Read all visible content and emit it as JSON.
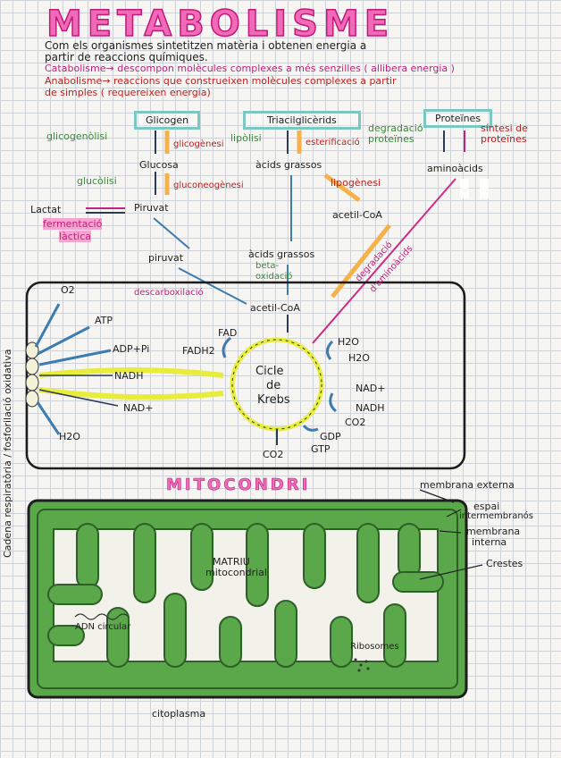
{
  "title": "METABOLISME",
  "intro": {
    "line1": "Com els organismes sintetitzen matèria i obtenen energia a",
    "line2": "partir de reaccions químiques.",
    "line3": "Catabolisme→ descompon molècules complexes a més senzilles ( allibera energia )",
    "line4": "Anabolisme→ reaccions que construeixen molècules complexes a partir",
    "line5": "de simples ( requereixen energia)"
  },
  "boxes": {
    "glicogen": "Glicogen",
    "triacil": "Triacilglicèrids",
    "proteines": "Proteïnes"
  },
  "labels": {
    "glicogenolisi": "glicogenòlisi",
    "glicogenesi": "glicogènesi",
    "lipolisi": "lipòlisi",
    "esterificacio": "esterificació",
    "degradacio_proteines": "degradació proteïnes",
    "sintesi_proteines": "síntesi de proteïnes",
    "glucosa": "Glucosa",
    "acids_grassos_top": "àcids grassos",
    "aminoacids": "aminoàcids",
    "glucolisi": "glucòlisi",
    "gluconeogenesi": "gluconeogènesi",
    "lipogenesi": "lipogènesi",
    "lactat": "Lactat",
    "piruvat_top": "Piruvat",
    "fermentacio": "fermentació",
    "lactica": "làctica",
    "acetil_coa_top": "acetil-CoA",
    "piruvat_mid": "piruvat",
    "acids_grassos_mid": "àcids grassos",
    "beta_oxidacio_1": "beta-",
    "beta_oxidacio_2": "oxidació",
    "descarboxilacio": "descarboxilació",
    "degradacio_aminoacids_1": "degradació",
    "degradacio_aminoacids_2": "d'aminoàcids",
    "acetil_coa_mito": "acetil-CoA",
    "o2": "O2",
    "atp": "ATP",
    "adp_pi": "ADP+Pi",
    "nadh_left": "NADH",
    "nad_left": "NAD+",
    "h2o_left": "H2O",
    "fad": "FAD",
    "fadh2": "FADH2",
    "krebs_1": "Cicle",
    "krebs_2": "de",
    "krebs_3": "Krebs",
    "h2o_r1": "H2O",
    "h2o_r2": "H2O",
    "nad_right": "NAD+",
    "nadh_right": "NADH",
    "co2_right": "CO2",
    "gdp": "GDP",
    "gtp": "GTP",
    "co2_bottom": "CO2",
    "side_label": "Cadena respiratòria / fosforilació oxidativa",
    "mitocondri": "MITOCONDRI",
    "membrana_externa": "membrana externa",
    "espai_1": "espai",
    "espai_2": "intermembranós",
    "membrana_interna_1": "membrana",
    "membrana_interna_2": "interna",
    "crestes": "Crestes",
    "matriu_1": "MATRIU",
    "matriu_2": "mitocondrial",
    "adn_1": "ADN circular",
    "ribosomes": "Ribosomes",
    "citoplasma": "citoplasma"
  },
  "colors": {
    "title_pink": "#f06ab8",
    "box_teal": "#7cc7c1",
    "arrow_orange": "#f7b14a",
    "arrow_blue": "#3d7cb0",
    "krebs_yellow": "#e8ec3a",
    "mito_green": "#5aa84a",
    "magenta": "#cc2b8a"
  }
}
